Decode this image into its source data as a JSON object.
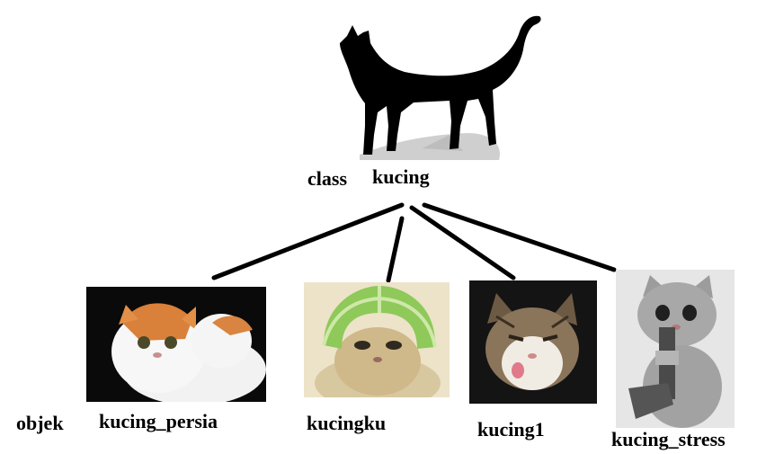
{
  "class_node": {
    "keyword": "class",
    "name": "kucing",
    "icon": "cat-silhouette-icon"
  },
  "object_row_label": "objek",
  "objects": [
    {
      "name": "kucing_persia",
      "photo": "white orange persian cat"
    },
    {
      "name": "kucingku",
      "photo": "cat wearing green melon rind helmet"
    },
    {
      "name": "kucing1",
      "photo": "tabby cat sticking tongue out"
    },
    {
      "name": "kucing_stress",
      "photo": "grey kitten holding a gun"
    }
  ],
  "colors": {
    "line": "#000000",
    "silhouette": "#000000",
    "shadow": "#c8c8c8",
    "text": "#000000"
  }
}
